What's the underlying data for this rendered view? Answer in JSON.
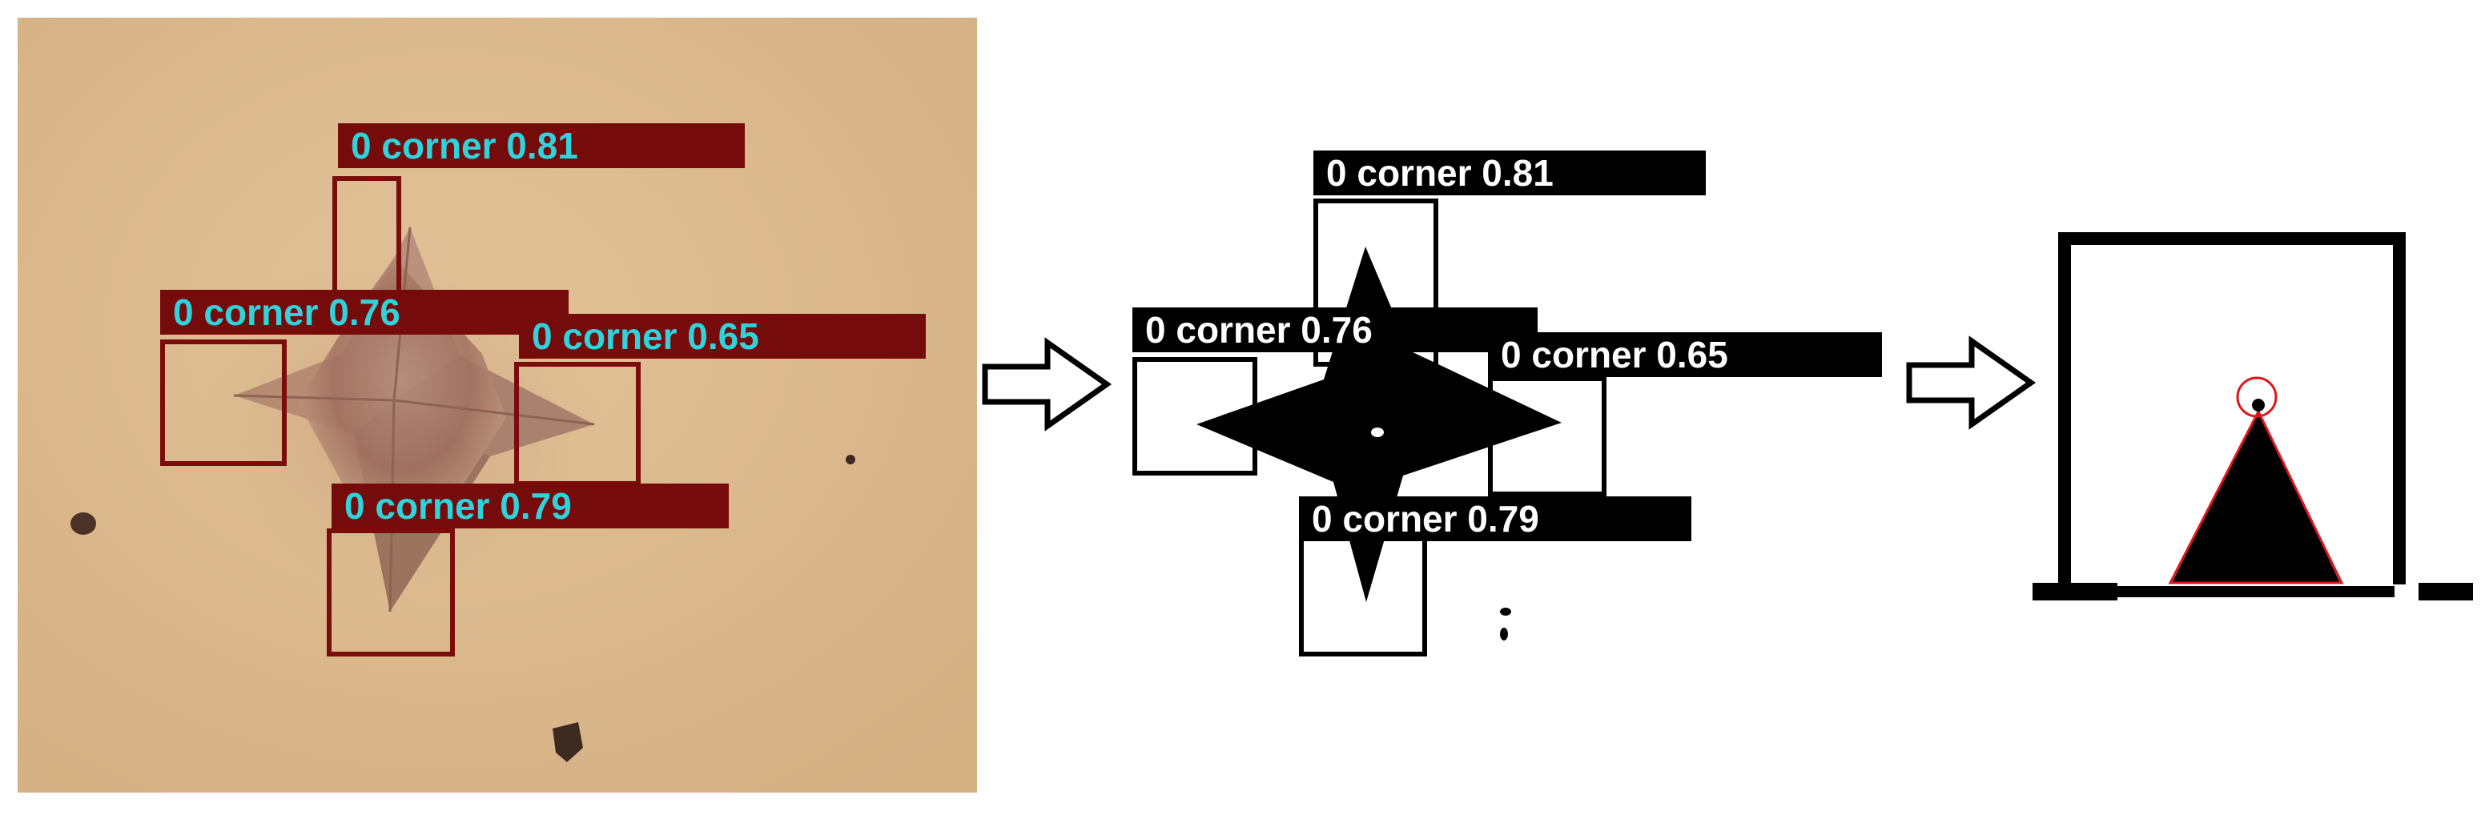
{
  "figure": {
    "steps": [
      {
        "id": "detection",
        "detections": [
          {
            "class_id": "0",
            "label": "corner",
            "score": "0.81",
            "text": "0 corner 0.81"
          },
          {
            "class_id": "0",
            "label": "corner",
            "score": "0.76",
            "text": "0 corner 0.76"
          },
          {
            "class_id": "0",
            "label": "corner",
            "score": "0.65",
            "text": "0 corner 0.65"
          },
          {
            "class_id": "0",
            "label": "corner",
            "score": "0.79",
            "text": "0 corner 0.79"
          }
        ]
      },
      {
        "id": "binarization",
        "detections": [
          {
            "class_id": "0",
            "label": "corner",
            "score": "0.81",
            "text": "0 corner 0.81"
          },
          {
            "class_id": "0",
            "label": "corner",
            "score": "0.76",
            "text": "0 corner 0.76"
          },
          {
            "class_id": "0",
            "label": "corner",
            "score": "0.65",
            "text": "0 corner 0.65"
          },
          {
            "class_id": "0",
            "label": "corner",
            "score": "0.79",
            "text": "0 corner 0.79"
          }
        ]
      },
      {
        "id": "corner-geometry"
      }
    ],
    "arrow_icon": "right-arrow-outline-icon",
    "colors": {
      "photo_background": "#dcb98e",
      "detection_box": "#7a0c0c",
      "detection_label_text": "#2fd3dc",
      "binary_ink": "#000000",
      "fit_outline": "#e0141a"
    }
  }
}
